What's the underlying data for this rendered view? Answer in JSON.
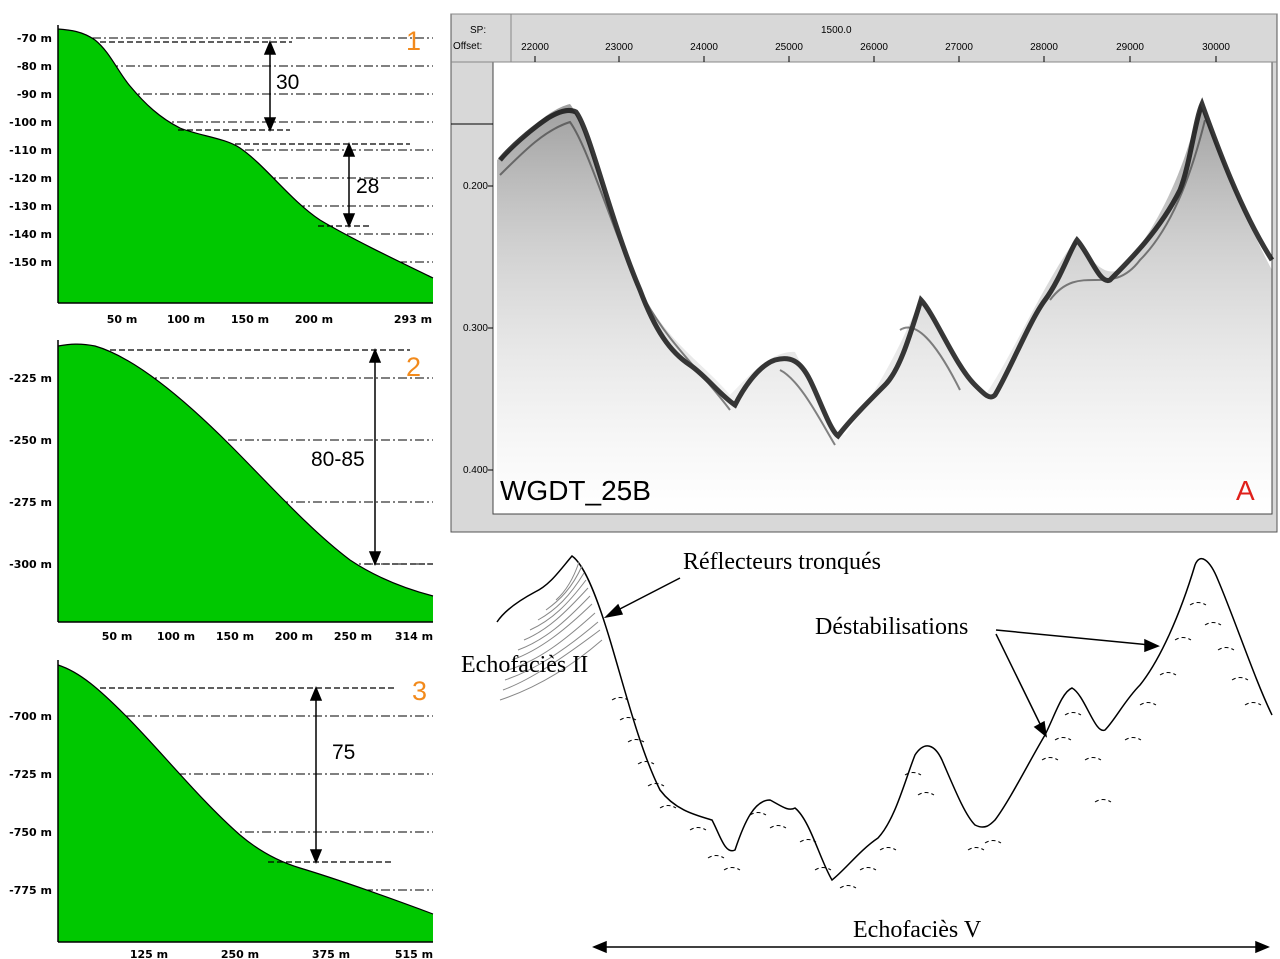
{
  "profiles": [
    {
      "number": "1",
      "y_ticks": [
        "-70 m",
        "-80 m",
        "-90 m",
        "-100 m",
        "-110 m",
        "-120 m",
        "-130 m",
        "-140 m",
        "-150 m"
      ],
      "x_ticks": [
        "50 m",
        "100 m",
        "150 m",
        "200 m",
        "293 m"
      ],
      "measurements": [
        "30",
        "28"
      ]
    },
    {
      "number": "2",
      "y_ticks": [
        "-225 m",
        "-250 m",
        "-275 m",
        "-300 m"
      ],
      "x_ticks": [
        "50 m",
        "100 m",
        "150 m",
        "200 m",
        "250 m",
        "314 m"
      ],
      "measurements": [
        "80-85"
      ]
    },
    {
      "number": "3",
      "y_ticks": [
        "-700 m",
        "-725 m",
        "-750 m",
        "-775 m"
      ],
      "x_ticks": [
        "125 m",
        "250 m",
        "375 m",
        "515 m"
      ],
      "measurements": [
        "75"
      ]
    }
  ],
  "seismic": {
    "sp_label": "SP:",
    "offset_label": "Offset:",
    "sp_value": "1500.0",
    "offset_ticks": [
      "22000",
      "23000",
      "24000",
      "25000",
      "26000",
      "27000",
      "28000",
      "29000",
      "30000"
    ],
    "time_ticks": [
      "0.200",
      "0.300",
      "0.400"
    ],
    "profile_name": "WGDT_25B",
    "panel_letter": "A",
    "letter_color": "#e0201b"
  },
  "interpretation": {
    "label_truncated": "Réflecteurs tronqués",
    "label_destab": "Déstabilisations",
    "label_echo2": "Echofaciès II",
    "label_echo5": "Echofaciès V"
  },
  "colors": {
    "slope_fill": "#00c800",
    "accent": "#f28a1c"
  }
}
